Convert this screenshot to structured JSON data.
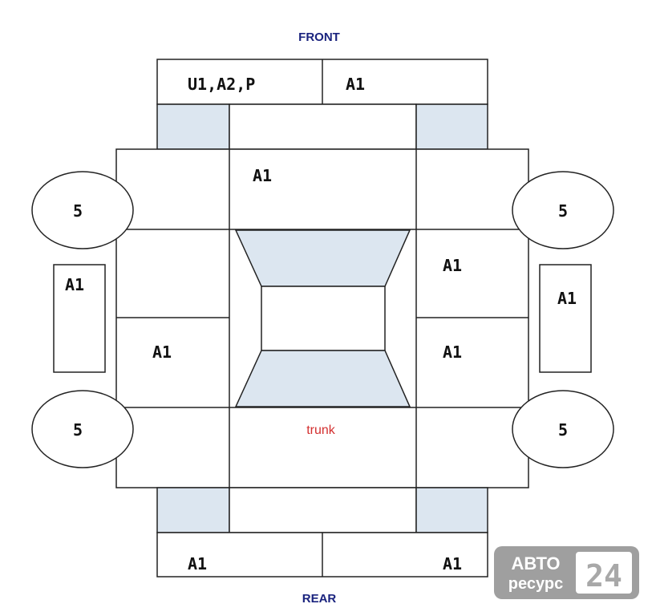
{
  "diagram": {
    "front_label": "FRONT",
    "rear_label": "REAR",
    "trunk_label": "trunk",
    "hood_left_label": "U1,A2,P",
    "hood_right_label": "A1",
    "roof_front_label": "A1",
    "left_front_door_label": "",
    "right_front_door_label": "A1",
    "left_rear_door_label": "A1",
    "right_rear_door_label": "A1",
    "left_mirror_label": "A1",
    "right_mirror_label": "A1",
    "wheel_front_left_label": "5",
    "wheel_front_right_label": "5",
    "wheel_rear_left_label": "5",
    "wheel_rear_right_label": "5",
    "bumper_rear_left_label": "A1",
    "bumper_rear_right_label": "A1"
  },
  "watermark": {
    "line1": "АВТО",
    "line2": "ресурс",
    "number": "24"
  },
  "colors": {
    "direction_text": "#1a237e",
    "trunk_text": "#d32f2f",
    "shade_fill": "#dce6f0",
    "watermark_bg": "#8f8f8f"
  }
}
